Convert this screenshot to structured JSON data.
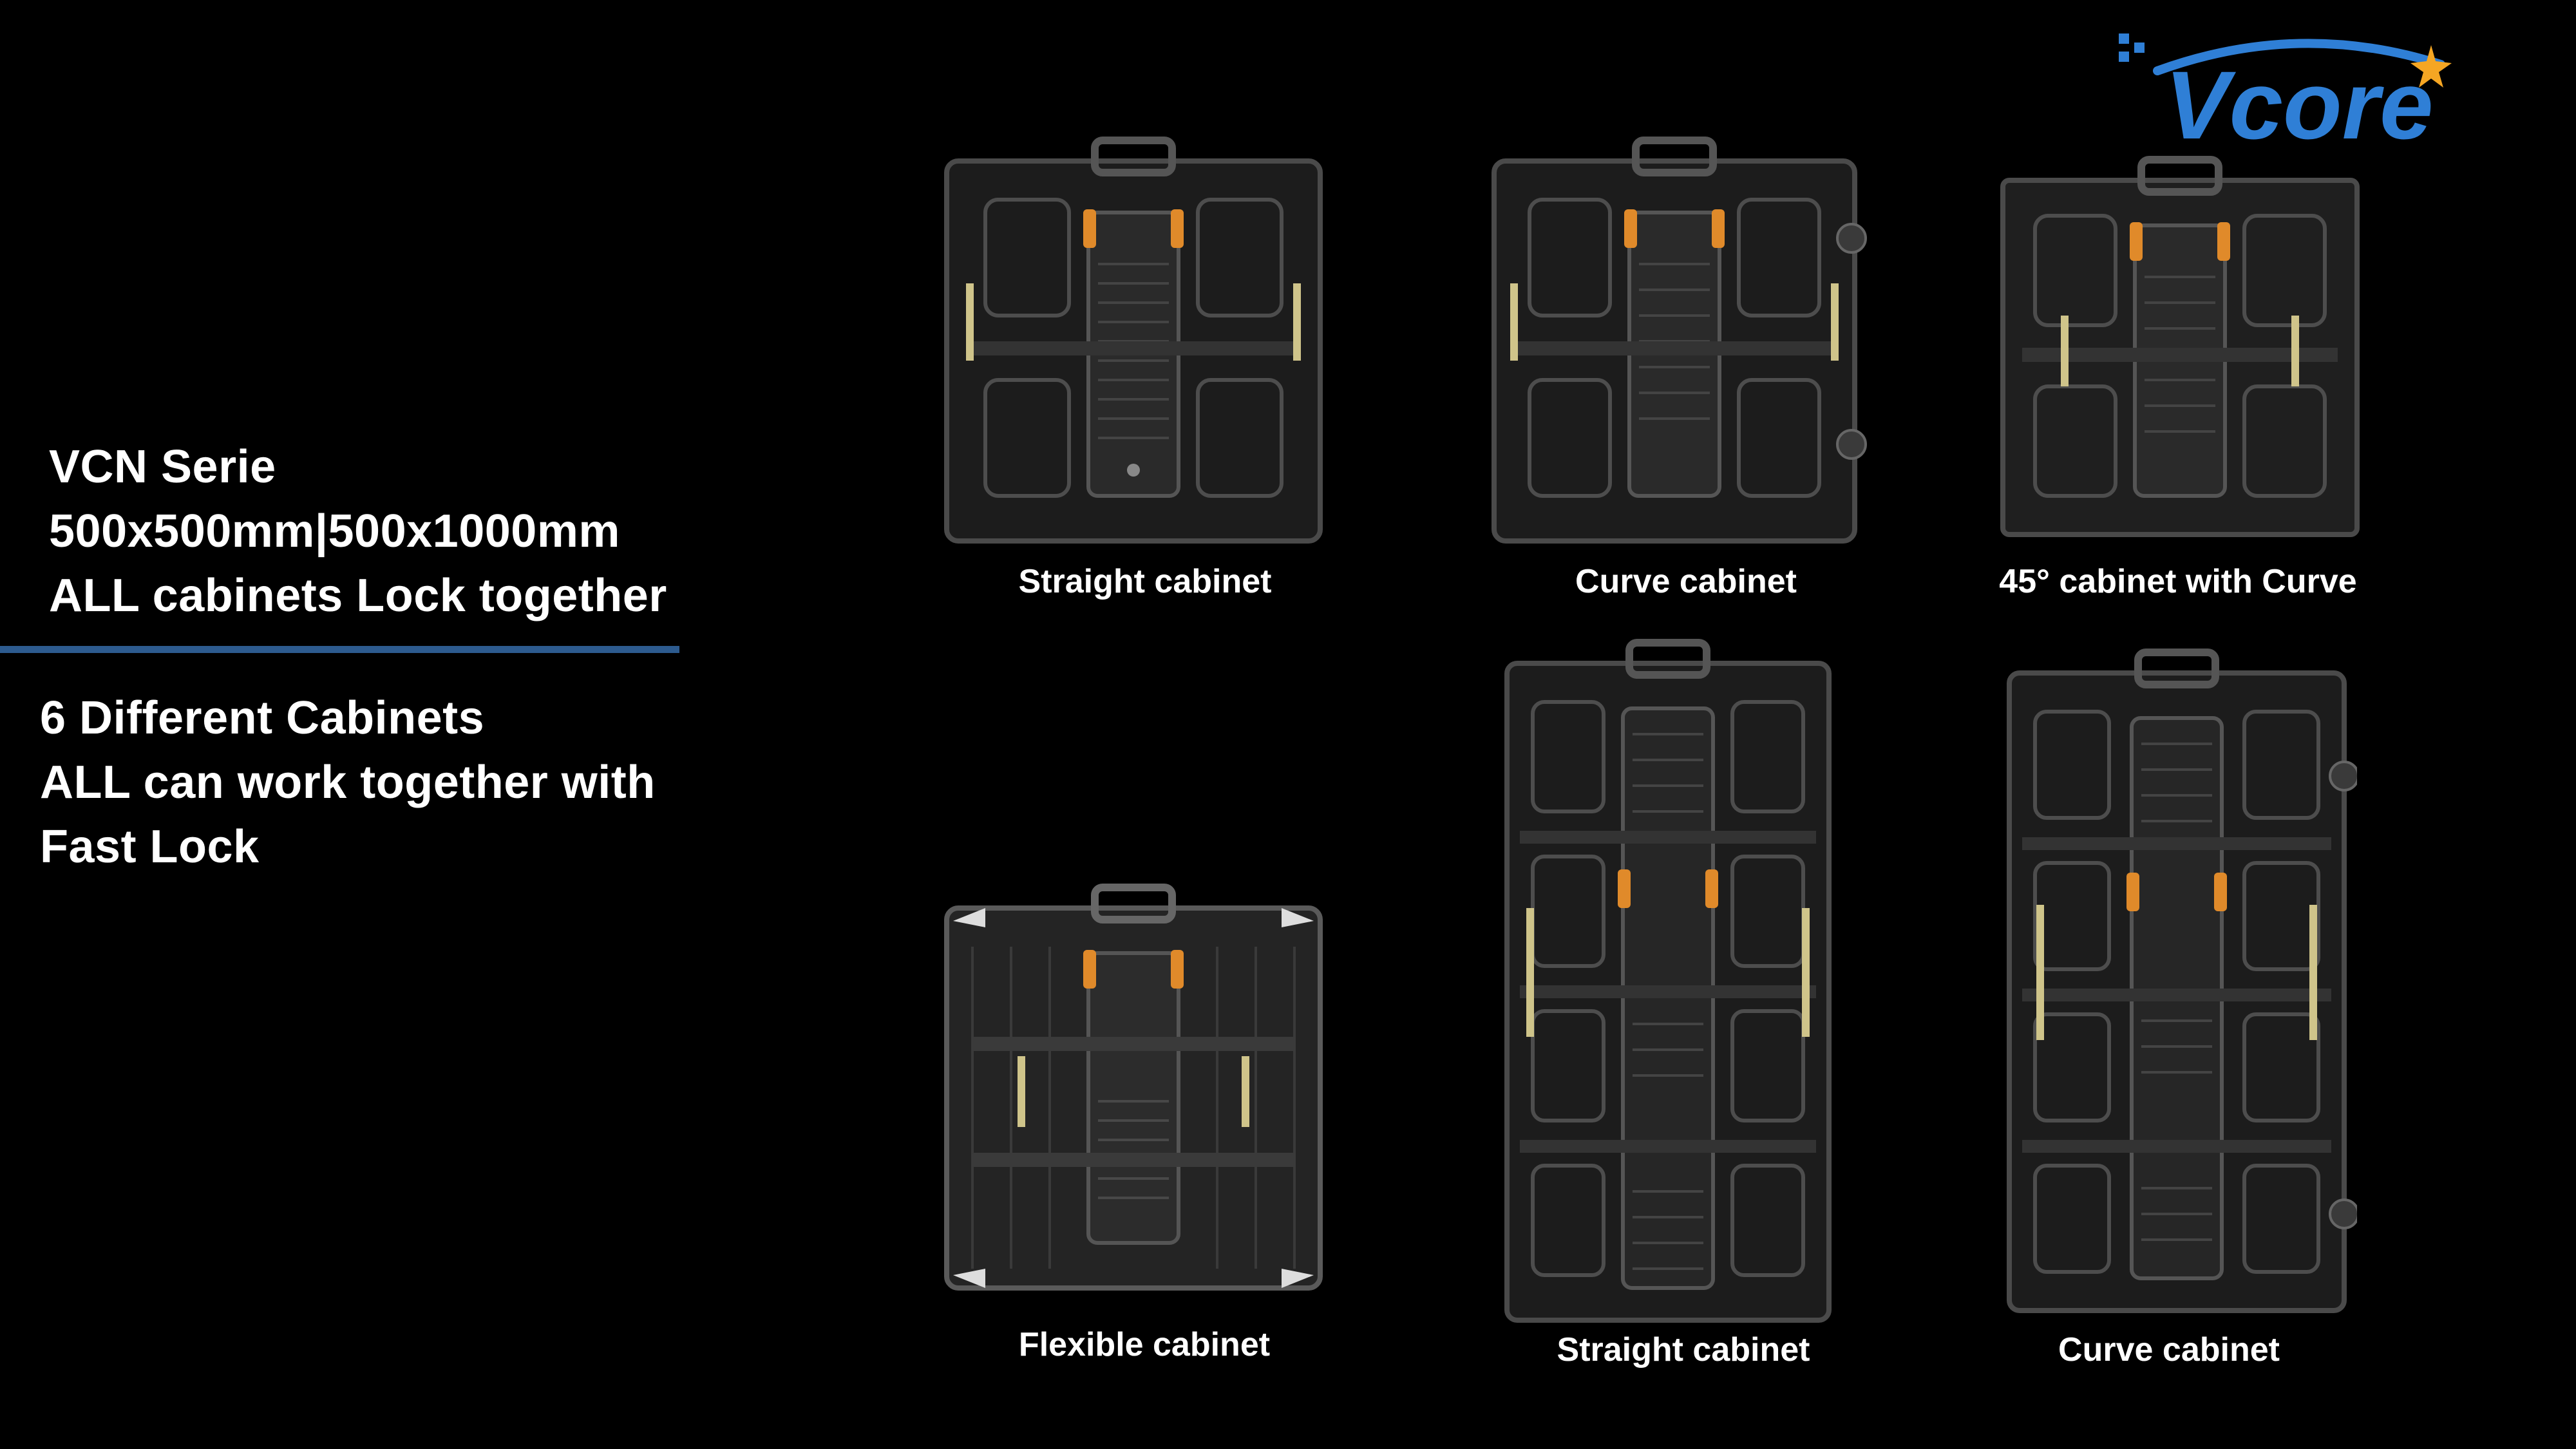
{
  "heading": {
    "line1": "VCN Serie",
    "line2": "500x500mm|500x1000mm",
    "line3": "ALL cabinets Lock together"
  },
  "subheading": {
    "line1": "6 Different Cabinets",
    "line2": "ALL can work together with",
    "line3": "Fast Lock"
  },
  "cabinets": [
    {
      "caption": "Straight cabinet"
    },
    {
      "caption": "Curve cabinet"
    },
    {
      "caption": "45° cabinet with Curve"
    },
    {
      "caption": "Flexible cabinet"
    },
    {
      "caption": "Straight cabinet"
    },
    {
      "caption": "Curve cabinet"
    }
  ],
  "logo": {
    "text": "Vcore",
    "color": "#2f7fd6",
    "star_color": "#f5a623"
  },
  "colors": {
    "divider": "#2d5b8f",
    "accent_orange": "#e08a2a",
    "background": "#000000"
  }
}
